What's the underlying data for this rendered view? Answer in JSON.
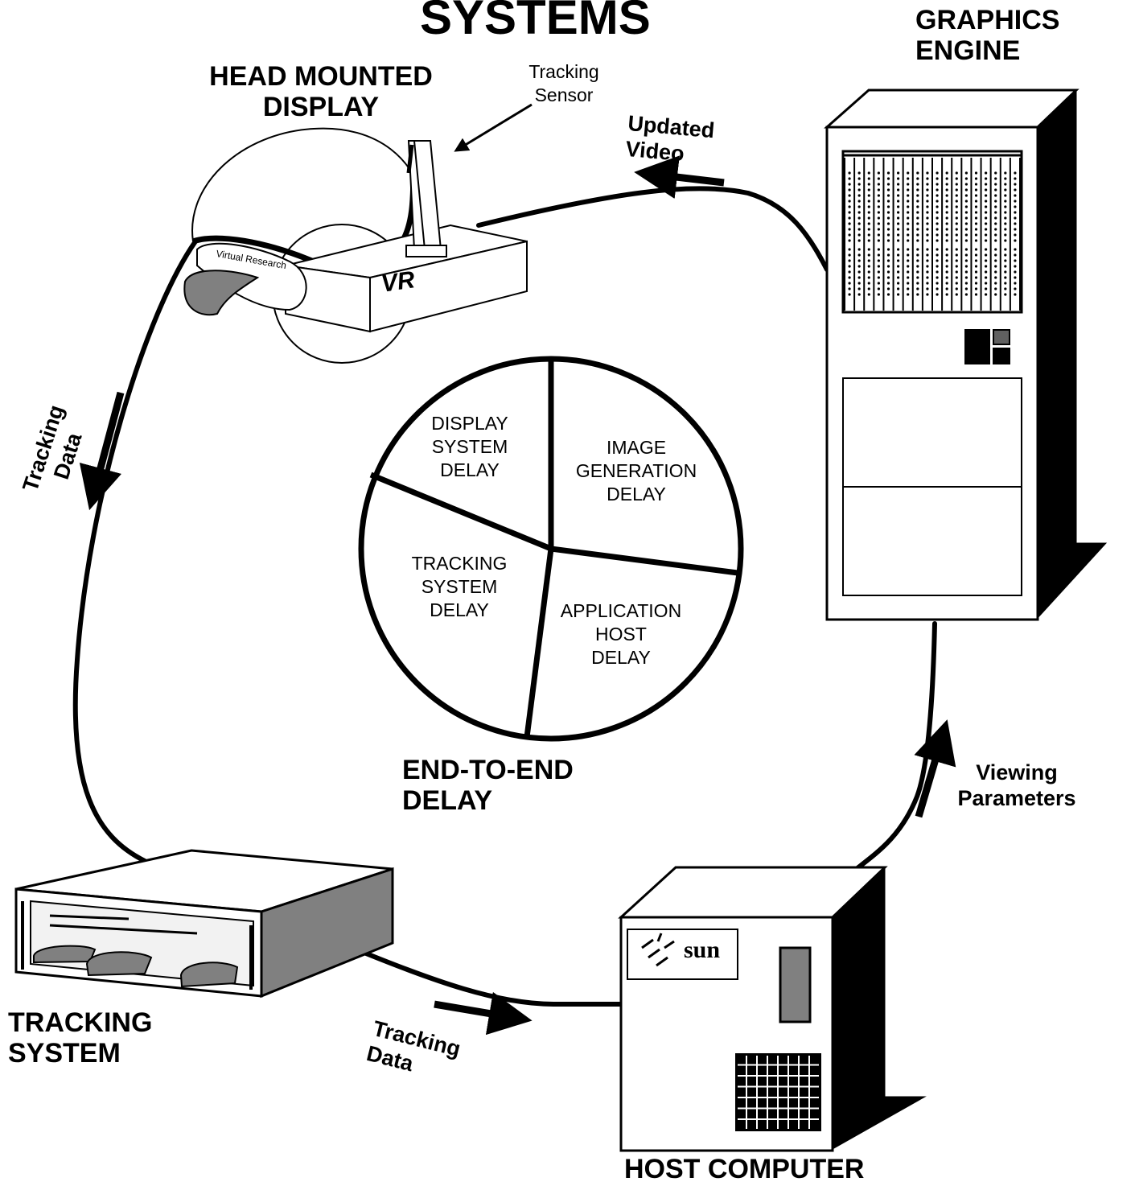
{
  "title": "SYSTEMS",
  "components": {
    "hmd": {
      "label_line1": "HEAD MOUNTED",
      "label_line2": "DISPLAY",
      "brand_text": "Virtual Research",
      "logo_text": "VR"
    },
    "sensor": {
      "label_line1": "Tracking",
      "label_line2": "Sensor"
    },
    "graphics_engine": {
      "label_line1": "GRAPHICS",
      "label_line2": "ENGINE"
    },
    "tracking_system": {
      "label_line1": "TRACKING",
      "label_line2": "SYSTEM"
    },
    "host_computer": {
      "label": "HOST COMPUTER",
      "brand": "sun"
    }
  },
  "flows": {
    "updated_video": {
      "line1": "Updated",
      "line2": "Video"
    },
    "tracking_data_left": {
      "line1": "Tracking",
      "line2": "Data"
    },
    "tracking_data_bottom": {
      "line1": "Tracking",
      "line2": "Data"
    },
    "viewing_parameters": {
      "line1": "Viewing",
      "line2": "Parameters"
    }
  },
  "delay_pie": {
    "caption_line1": "END-TO-END",
    "caption_line2": "DELAY",
    "segments": [
      {
        "line1": "DISPLAY",
        "line2": "SYSTEM",
        "line3": "DELAY"
      },
      {
        "line1": "IMAGE",
        "line2": "GENERATION",
        "line3": "DELAY"
      },
      {
        "line1": "APPLICATION",
        "line2": "HOST",
        "line3": "DELAY"
      },
      {
        "line1": "TRACKING",
        "line2": "SYSTEM",
        "line3": "DELAY"
      }
    ]
  }
}
